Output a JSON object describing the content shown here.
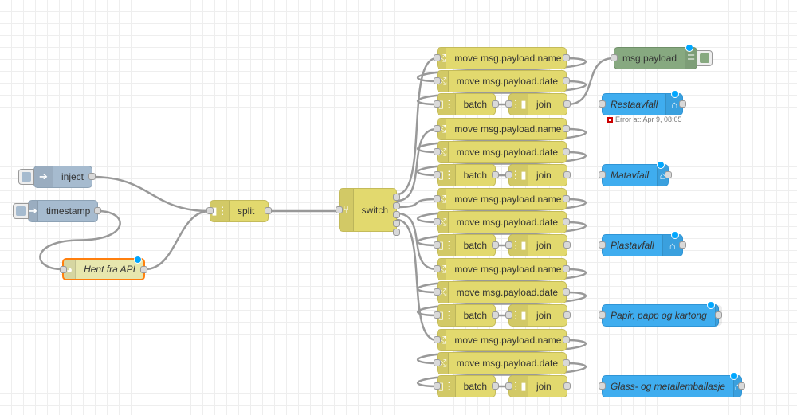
{
  "canvas": {
    "grid": true
  },
  "nodes": {
    "inject": {
      "label": "inject",
      "type": "inject",
      "icon": "arrow-icon"
    },
    "timestamp": {
      "label": "timestamp",
      "type": "inject",
      "icon": "arrow-icon"
    },
    "http": {
      "label": "Hent fra API",
      "type": "http request",
      "icon": "globe-icon",
      "selected": true
    },
    "split": {
      "label": "split",
      "type": "split"
    },
    "switch": {
      "label": "switch",
      "type": "switch",
      "outputs": 5
    },
    "debug": {
      "label": "msg.payload",
      "type": "debug"
    }
  },
  "groups": [
    {
      "change1": "move msg.payload.name",
      "change2": "move msg.payload.date",
      "batch": "batch",
      "join": "join",
      "output": "Restaavfall",
      "error": "Error at: Apr 9, 08:05"
    },
    {
      "change1": "move msg.payload.name",
      "change2": "move msg.payload.date",
      "batch": "batch",
      "join": "join",
      "output": "Matavfall"
    },
    {
      "change1": "move msg.payload.name",
      "change2": "move msg.payload.date",
      "batch": "batch",
      "join": "join",
      "output": "Plastavfall"
    },
    {
      "change1": "move msg.payload.name",
      "change2": "move msg.payload.date",
      "batch": "batch",
      "join": "join",
      "output": "Papir, papp og kartong"
    },
    {
      "change1": "move msg.payload.name",
      "change2": "move msg.payload.date",
      "batch": "batch",
      "join": "join",
      "output": "Glass- og metallemballasje"
    }
  ],
  "colors": {
    "change": "#e2d96e",
    "inject": "#a6bbcf",
    "http_selected_border": "#ff7f0e",
    "debug": "#87a980",
    "output": "#3fadef",
    "status_dot": "#00a7ff",
    "error": "#cc0000"
  }
}
